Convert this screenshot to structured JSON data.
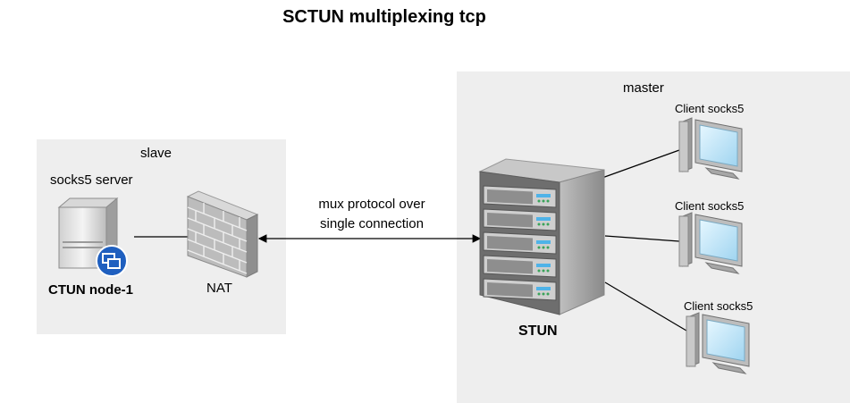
{
  "title": "SCTUN multiplexing tcp",
  "slave": {
    "label": "slave",
    "server_label": "socks5 server",
    "node_label": "CTUN node-1",
    "firewall_label": "NAT",
    "server_icon": "server-icon",
    "firewall_icon": "firewall-icon"
  },
  "connection": {
    "label_line1": "mux protocol over",
    "label_line2": "single connection"
  },
  "master": {
    "label": "master",
    "server_label": "STUN",
    "server_icon": "server-rack-icon",
    "clients": [
      {
        "label": "Client socks5",
        "icon": "desktop-computer-icon"
      },
      {
        "label": "Client socks5",
        "icon": "desktop-computer-icon"
      },
      {
        "label": "Client socks5",
        "icon": "desktop-computer-icon"
      }
    ]
  },
  "colors": {
    "panel": "#eeeeee",
    "badge": "#1f5fbf",
    "rack_body": "#9a9a9a",
    "led": "#4fb3e8"
  }
}
